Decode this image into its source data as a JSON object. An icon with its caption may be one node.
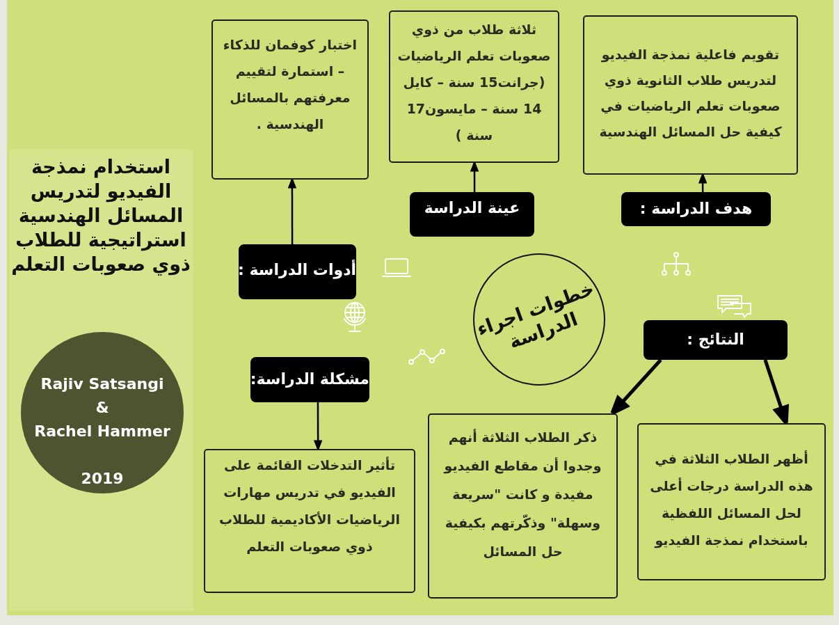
{
  "diagram": {
    "title": "استخدام نمذجة الفيديو لتدريس المسائل الهندسية استراتيجية للطلاب ذوي صعوبات التعلم",
    "nodes": [
      {
        "text": [
          "تقويم فاعلية نمذجة الفيديو لتدريس طلاب الثانوية ذوي صعوبات تعلم الرياضيات في كيفية حل المسائل الهندسية"
        ]
      },
      {
        "text": [
          "ثلاثة طلاب من ذوي صعوبات تعلم الرياضيات (جرانت15 سنة – كايل 14 سنة – مايسون17 سنة )"
        ]
      },
      {
        "text": [
          "اختبار كوفمان للذكاء – استمارة لتقييم معرفتهم بالمسائل الهندسية ."
        ]
      },
      {
        "text": [
          "هدف الدراسة :"
        ]
      },
      {
        "text": [
          "عينة الدراسة"
        ]
      },
      {
        "text": [
          "أدوات الدراسة :"
        ]
      },
      {
        "text": [
          "خطوات اجراء الدراسة"
        ]
      },
      {
        "text": [
          "النتائج :"
        ]
      },
      {
        "text": [
          "مشكلة الدراسة:"
        ]
      },
      {
        "text": [
          "أظهر الطلاب الثلاثة في هذه الدراسة درجات أعلى لحل المسائل اللفظية باستخدام نمذجة الفيديو"
        ]
      },
      {
        "text": [
          "ذكر الطلاب الثلاثة أنهم وجدوا أن مقاطع الفيديو مفيدة و كانت \"سريعة وسهلة\" وذكّرتهم بكيفية حل المسائل"
        ]
      },
      {
        "text": [
          "تأثير التدخلات القائمة على الفيديو في تدريس مهارات الرياضيات الأكاديمية للطلاب ذوي صعوبات التعلم"
        ]
      },
      {
        "text": [
          "Rajiv Satsangi",
          "&",
          "Rachel Hammer",
          "2019"
        ]
      }
    ],
    "edges": [
      {
        "from": 3,
        "to": 0,
        "arrow": "to"
      },
      {
        "from": 4,
        "to": 1,
        "arrow": "to"
      },
      {
        "from": 5,
        "to": 2,
        "arrow": "to"
      },
      {
        "from": 8,
        "to": 11,
        "arrow": "to"
      },
      {
        "from": 7,
        "to": 10,
        "arrow": "to",
        "style": "thick"
      },
      {
        "from": 7,
        "to": 9,
        "arrow": "to",
        "style": "thick"
      }
    ]
  }
}
